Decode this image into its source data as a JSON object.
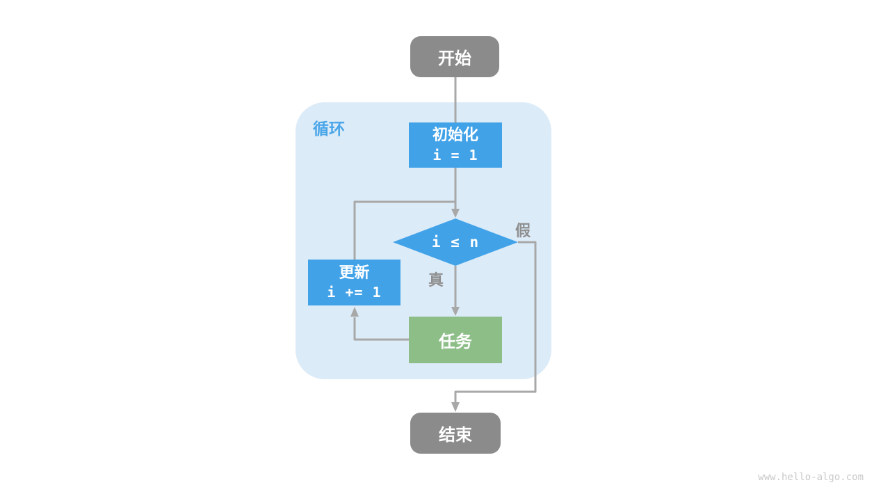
{
  "diagram": {
    "type": "flowchart",
    "loop": {
      "label": "循环"
    },
    "nodes": {
      "start": {
        "label": "开始"
      },
      "init": {
        "title": "初始化",
        "code": "i = 1"
      },
      "cond": {
        "expr": "i ≤ n"
      },
      "update": {
        "title": "更新",
        "code": "i += 1"
      },
      "task": {
        "label": "任务"
      },
      "end": {
        "label": "结束"
      }
    },
    "branches": {
      "true": "真",
      "false": "假"
    },
    "edges": [
      {
        "from": "start",
        "to": "init",
        "label": ""
      },
      {
        "from": "init",
        "to": "cond",
        "label": ""
      },
      {
        "from": "cond",
        "to": "task",
        "label": "真"
      },
      {
        "from": "task",
        "to": "update",
        "label": ""
      },
      {
        "from": "update",
        "to": "cond",
        "label": ""
      },
      {
        "from": "cond",
        "to": "end",
        "label": "假"
      }
    ],
    "watermark": "www.hello-algo.com",
    "colors": {
      "terminal_gray": "#8b8b8b",
      "accent_blue": "#41a2e8",
      "task_green": "#8dbe88",
      "container_blue": "#dcebf8",
      "line_gray": "#a8a8a8",
      "branch_label_gray": "#8f8f8f",
      "loop_label_blue": "#4aa6e8",
      "watermark_gray": "#c9c9c9"
    }
  }
}
